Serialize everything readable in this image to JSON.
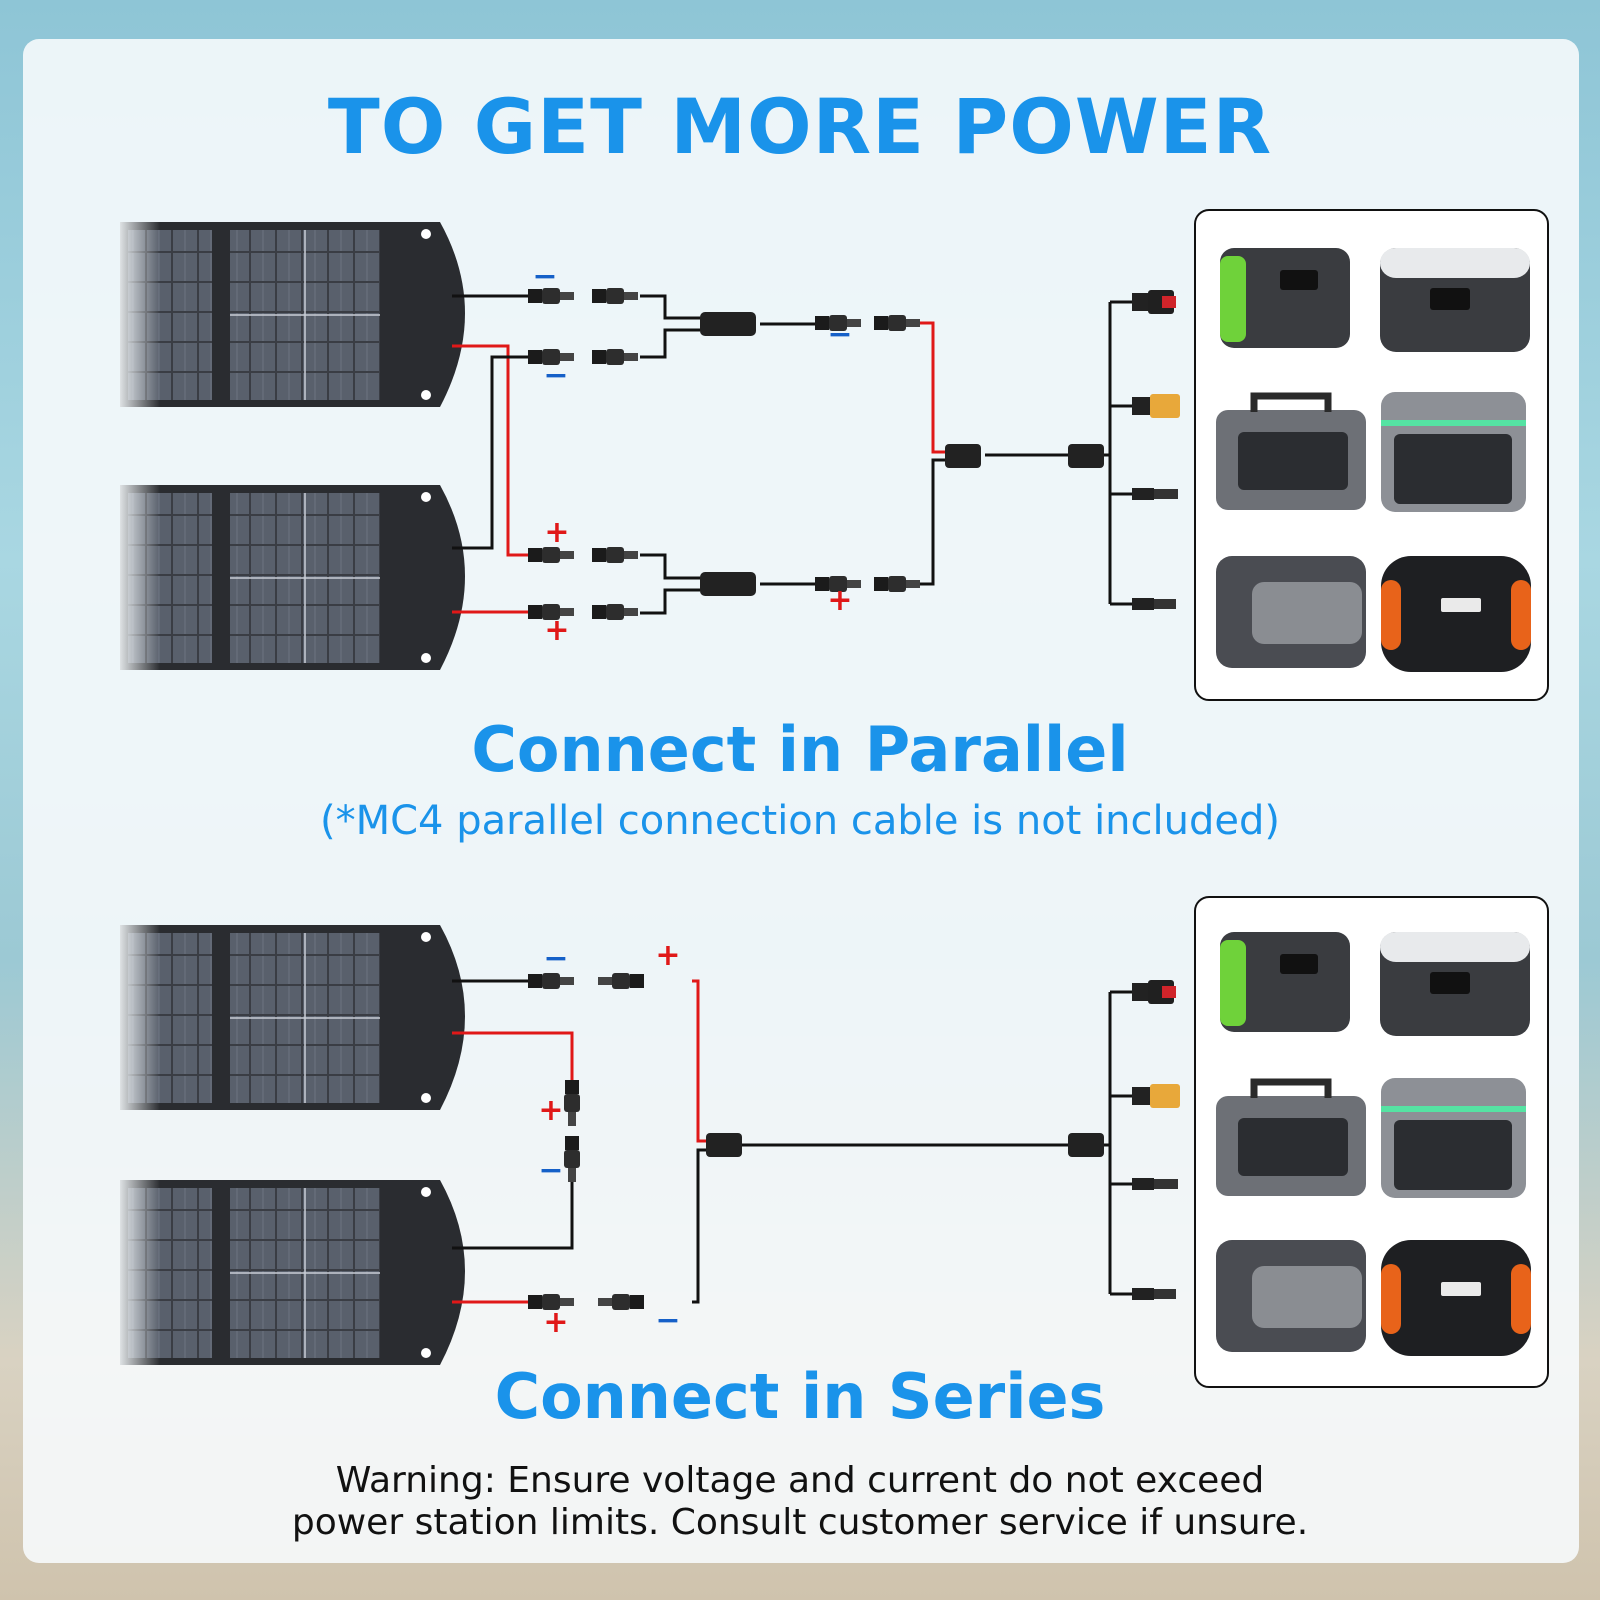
{
  "main_title": "TO GET MORE POWER",
  "parallel": {
    "title": "Connect in Parallel",
    "subtitle": "(*MC4 parallel connection cable is not included)"
  },
  "series": {
    "title": "Connect in Series"
  },
  "warning": {
    "line1": "Warning: Ensure voltage and current do not exceed",
    "line2": "power station limits. Consult customer service if unsure."
  },
  "polarity": {
    "negative": "−",
    "positive": "+"
  },
  "colors": {
    "title_blue": "#1a93ea",
    "wire_red": "#e01818",
    "wire_black": "#111111",
    "panel": "#2a2c30"
  },
  "icons": [
    "solar-panel-icon",
    "mc4-connector-icon",
    "power-station-icon",
    "dc-plug-icon"
  ]
}
